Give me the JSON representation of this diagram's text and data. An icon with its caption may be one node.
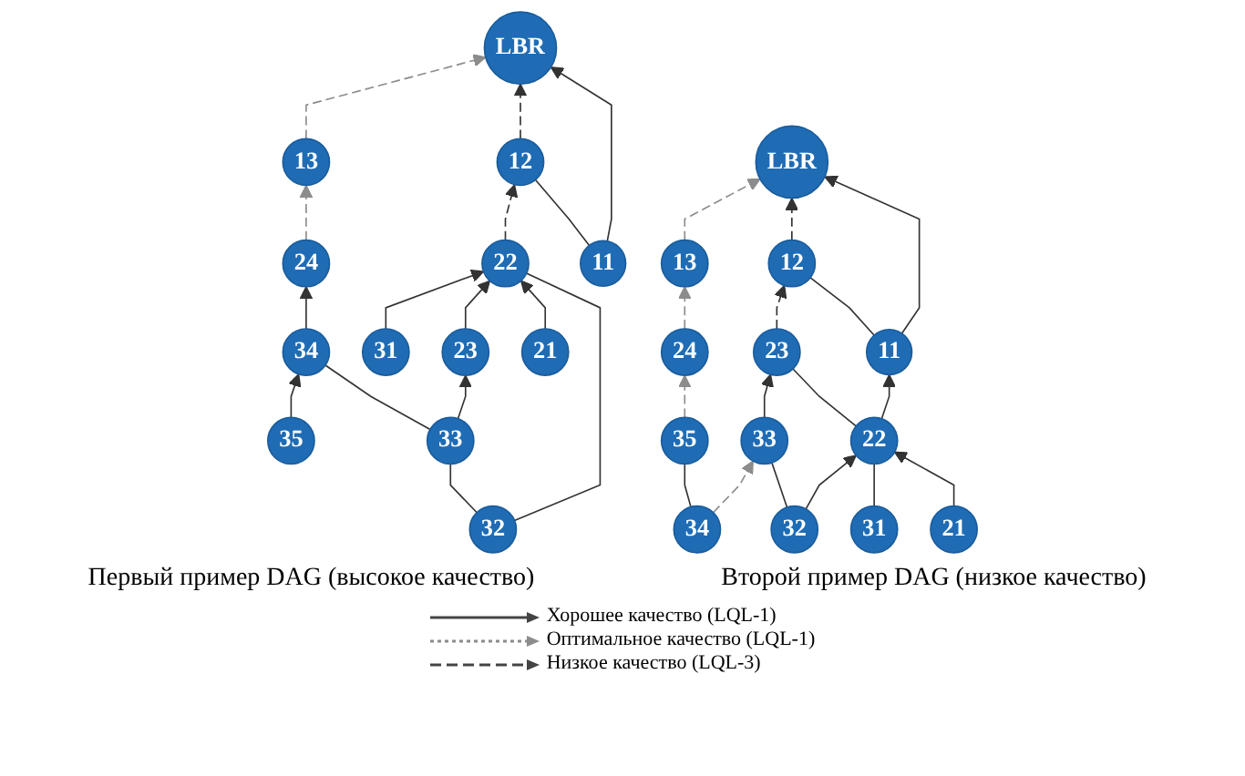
{
  "diagram": {
    "nodes": [
      {
        "text": [
          "LBR"
        ]
      },
      {
        "text": [
          "11"
        ]
      },
      {
        "text": [
          "12"
        ]
      },
      {
        "text": [
          "13"
        ]
      },
      {
        "text": [
          "21"
        ]
      },
      {
        "text": [
          "22"
        ]
      },
      {
        "text": [
          "23"
        ]
      },
      {
        "text": [
          "24"
        ]
      },
      {
        "text": [
          "31"
        ]
      },
      {
        "text": [
          "32"
        ]
      },
      {
        "text": [
          "33"
        ]
      },
      {
        "text": [
          "34"
        ]
      },
      {
        "text": [
          "35"
        ]
      },
      {
        "text": [
          "LBR"
        ]
      },
      {
        "text": [
          "11"
        ]
      },
      {
        "text": [
          "12"
        ]
      },
      {
        "text": [
          "13"
        ]
      },
      {
        "text": [
          "21"
        ]
      },
      {
        "text": [
          "22"
        ]
      },
      {
        "text": [
          "23"
        ]
      },
      {
        "text": [
          "24"
        ]
      },
      {
        "text": [
          "31"
        ]
      },
      {
        "text": [
          "32"
        ]
      },
      {
        "text": [
          "33"
        ]
      },
      {
        "text": [
          "34"
        ]
      },
      {
        "text": [
          "35"
        ]
      }
    ],
    "edges": [
      {
        "from": 1,
        "to": 0,
        "arrow": "to"
      },
      {
        "from": 1,
        "to": 2,
        "arrow": "none"
      },
      {
        "from": 2,
        "to": 0,
        "arrow": "to",
        "style": "dashed"
      },
      {
        "from": 3,
        "to": 0,
        "arrow": "to",
        "style": "dashed",
        "color": "#8c8c8c"
      },
      {
        "from": 5,
        "to": 2,
        "arrow": "to",
        "style": "dashed"
      },
      {
        "from": 4,
        "to": 5,
        "arrow": "to"
      },
      {
        "from": 6,
        "to": 5,
        "arrow": "to"
      },
      {
        "from": 8,
        "to": 5,
        "arrow": "to"
      },
      {
        "from": 9,
        "to": 5,
        "arrow": "none"
      },
      {
        "from": 9,
        "to": 10,
        "arrow": "none"
      },
      {
        "from": 10,
        "to": 6,
        "arrow": "to"
      },
      {
        "from": 10,
        "to": 11,
        "arrow": "none"
      },
      {
        "from": 11,
        "to": 7,
        "arrow": "to"
      },
      {
        "from": 12,
        "to": 11,
        "arrow": "to"
      },
      {
        "from": 7,
        "to": 3,
        "arrow": "to",
        "style": "dashed",
        "color": "#8c8c8c"
      },
      {
        "from": 14,
        "to": 13,
        "arrow": "to"
      },
      {
        "from": 14,
        "to": 15,
        "arrow": "none"
      },
      {
        "from": 15,
        "to": 13,
        "arrow": "to",
        "style": "dashed"
      },
      {
        "from": 16,
        "to": 13,
        "arrow": "to",
        "style": "dashed",
        "color": "#8c8c8c"
      },
      {
        "from": 18,
        "to": 14,
        "arrow": "to"
      },
      {
        "from": 19,
        "to": 15,
        "arrow": "to",
        "style": "dashed"
      },
      {
        "from": 17,
        "to": 18,
        "arrow": "to"
      },
      {
        "from": 18,
        "to": 19,
        "arrow": "none"
      },
      {
        "from": 21,
        "to": 18,
        "arrow": "none"
      },
      {
        "from": 22,
        "to": 18,
        "arrow": "to"
      },
      {
        "from": 22,
        "to": 23,
        "arrow": "none"
      },
      {
        "from": 23,
        "to": 19,
        "arrow": "to"
      },
      {
        "from": 24,
        "to": 23,
        "arrow": "to",
        "style": "dashed",
        "color": "#8c8c8c"
      },
      {
        "from": 24,
        "to": 25,
        "arrow": "none"
      },
      {
        "from": 25,
        "to": 20,
        "arrow": "to",
        "style": "dashed",
        "color": "#8c8c8c"
      },
      {
        "from": 20,
        "to": 16,
        "arrow": "to",
        "style": "dashed",
        "color": "#8c8c8c"
      }
    ],
    "labels": [
      "Первый пример DAG (высокое качество)",
      "Второй пример DAG (низкое качество)"
    ],
    "legend": [
      {
        "text": "Хорошее качество (LQL-1)"
      },
      {
        "text": "Оптимальное качество (LQL-1)"
      },
      {
        "text": "Низкое качество (LQL-3)"
      }
    ]
  }
}
